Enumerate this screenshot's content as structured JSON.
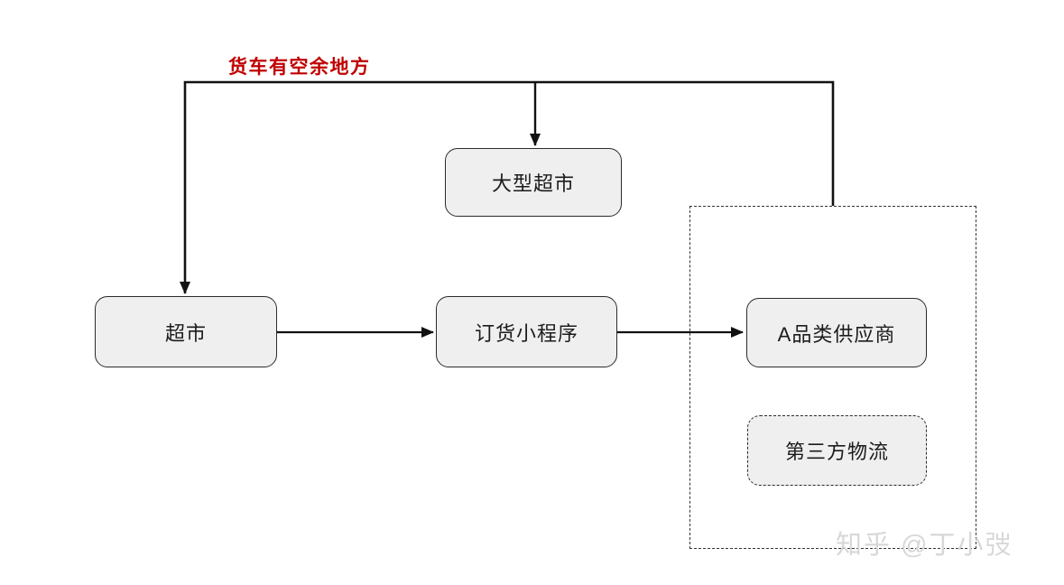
{
  "colors": {
    "annotation_red": "#c00000",
    "node_fill": "#efefef",
    "node_border": "#2b2b2b",
    "connector": "#111111",
    "watermark_gray": "#d7d7d7"
  },
  "diagram": {
    "annotation": "货车有空余地方",
    "nodes": {
      "large_supermarket": "大型超市",
      "supermarket": "超市",
      "ordering_miniapp": "订货小程序",
      "supplier_a": "A品类供应商",
      "third_party_logistics": "第三方物流"
    },
    "watermark": "知乎 @丁小弢"
  }
}
